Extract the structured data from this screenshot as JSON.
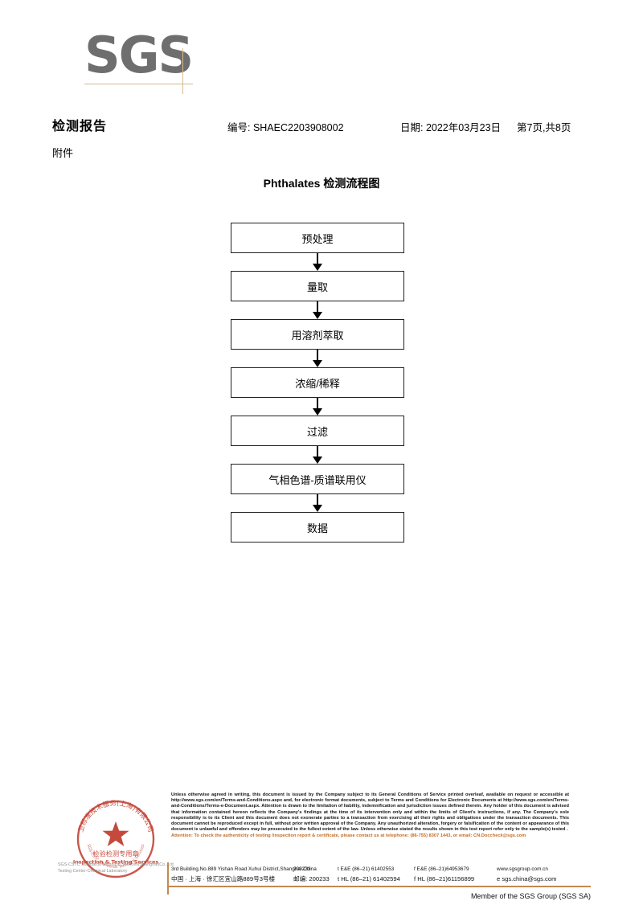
{
  "brand": {
    "logo_text": "SGS"
  },
  "header": {
    "report_title": "检测报告",
    "attachment_label": "附件",
    "report_no": "编号: SHAEC2203908002",
    "date": "日期: 2022年03月23日",
    "page": "第7页,共8页"
  },
  "flowchart": {
    "title": "Phthalates 检测流程图",
    "steps": [
      {
        "label": "预处理"
      },
      {
        "label": "量取"
      },
      {
        "label": "用溶剂萃取"
      },
      {
        "label": "浓缩/稀释"
      },
      {
        "label": "过滤"
      },
      {
        "label": "气相色谱-质谱联用仪"
      },
      {
        "label": "数据"
      }
    ]
  },
  "seal": {
    "top_cn": "卫标准技术服务(上海)有限公司",
    "center_cn": "检验检测专用章",
    "center_en": "Inspection & Testing Services",
    "under_line1": "SGS-CSTC Standards Technical Services(Shanghai)Co.,Ltd.",
    "under_line2": "Testing Center-Chemical Laboratory",
    "color": "#c0392b"
  },
  "footer": {
    "legal": [
      "Unless otherwise agreed in writing, this document is issued by the Company subject to its General Conditions of Service printed overleaf, available on request or accessible at http://www.sgs.com/en/Terms-and-Conditions.aspx and, for electronic format documents, subject to Terms and Conditions for Electronic Documents at http://www.sgs.com/en/Terms-and-Conditions/Terms-e-Document.aspx. Attention is drawn to the limitation of liability, indemnification and jurisdiction issues defined therein. Any holder of this document is advised that information contained hereon reflects the Company's findings at the time of its intervention only and within the limits of Client's instructions, if any. The Company's sole responsibility is to its Client and this document does not exonerate parties to a transaction from exercising all their rights and obligations under the transaction documents. This document cannot be reproduced except in full, without prior written approval of the Company. Any unauthorized alteration, forgery or falsification of the content or appearance of this document is unlawful and offenders may be prosecuted to the fullest extent of the law. Unless otherwise stated the results shown in this test report refer only to the sample(s) tested ."
    ],
    "attention": "Attention: To check the authenticity of testing /inspection report & certificate, please contact us at telephone: (86-755) 8307 1443, or email: CN.Doccheck@sgs.com",
    "attention_color": "#c06a22",
    "address": {
      "en_line": "3rd Building,No.889 Yishan Road Xuhui District,Shanghai China",
      "en_zip": "200233",
      "en_tel1": "t E&E (86–21) 61402553",
      "en_tel2": "f E&E (86–21)64953679",
      "en_web": "www.sgsgroup.com.cn",
      "cn_line": "中国 · 上海 · 徐汇区宜山路889号3号楼",
      "cn_zip": "邮编: 200233",
      "cn_tel1": "t HL (86–21) 61402594",
      "cn_tel2": "f HL (86–21)61156899",
      "cn_email": "e sgs.china@sgs.com"
    },
    "member": "Member of the SGS Group (SGS SA)"
  }
}
